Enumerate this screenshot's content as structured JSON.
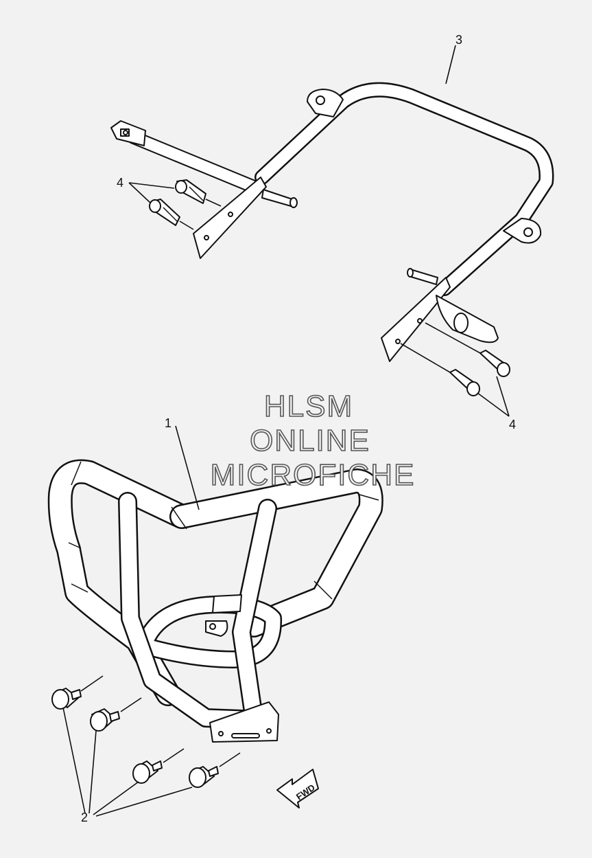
{
  "watermark": {
    "line1": "HLSM",
    "line2": "ONLINE",
    "line3": "MICROFICHE"
  },
  "callouts": {
    "part1": "1",
    "part2": "2",
    "part3": "3",
    "part4_upper": "4",
    "part4_lower": "4"
  },
  "direction_arrow": {
    "label": "FWD",
    "icon": "fwd-arrow-icon"
  },
  "colors": {
    "background": "#f2f2f2",
    "line": "#111111",
    "watermark_outline": "#555555"
  }
}
